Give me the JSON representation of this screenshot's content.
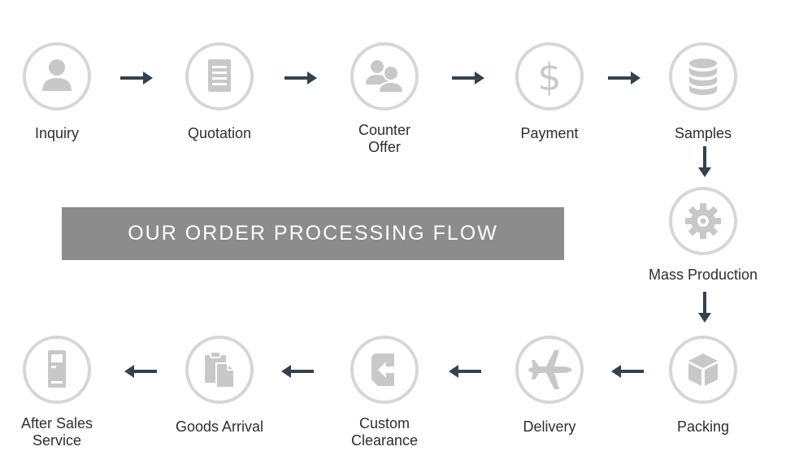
{
  "banner": {
    "title": "OUR ORDER PROCESSING FLOW"
  },
  "steps": [
    {
      "label": "Inquiry",
      "icon": "person-icon"
    },
    {
      "label": "Quotation",
      "icon": "document-icon"
    },
    {
      "label": "Counter\nOffer",
      "icon": "group-icon"
    },
    {
      "label": "Payment",
      "icon": "dollar-icon"
    },
    {
      "label": "Samples",
      "icon": "database-icon"
    },
    {
      "label": "Mass Production",
      "icon": "gear-icon"
    },
    {
      "label": "Packing",
      "icon": "box-icon"
    },
    {
      "label": "Delivery",
      "icon": "airplane-icon"
    },
    {
      "label": "Custom\nClearance",
      "icon": "import-icon"
    },
    {
      "label": "Goods Arrival",
      "icon": "clipboard-icon"
    },
    {
      "label": "After Sales\nService",
      "icon": "kiosk-icon"
    }
  ],
  "colors": {
    "circle": "#d6d6d6",
    "icon": "#c8c8c8",
    "arrow": "#34414f",
    "banner": "#8c8c8c"
  }
}
